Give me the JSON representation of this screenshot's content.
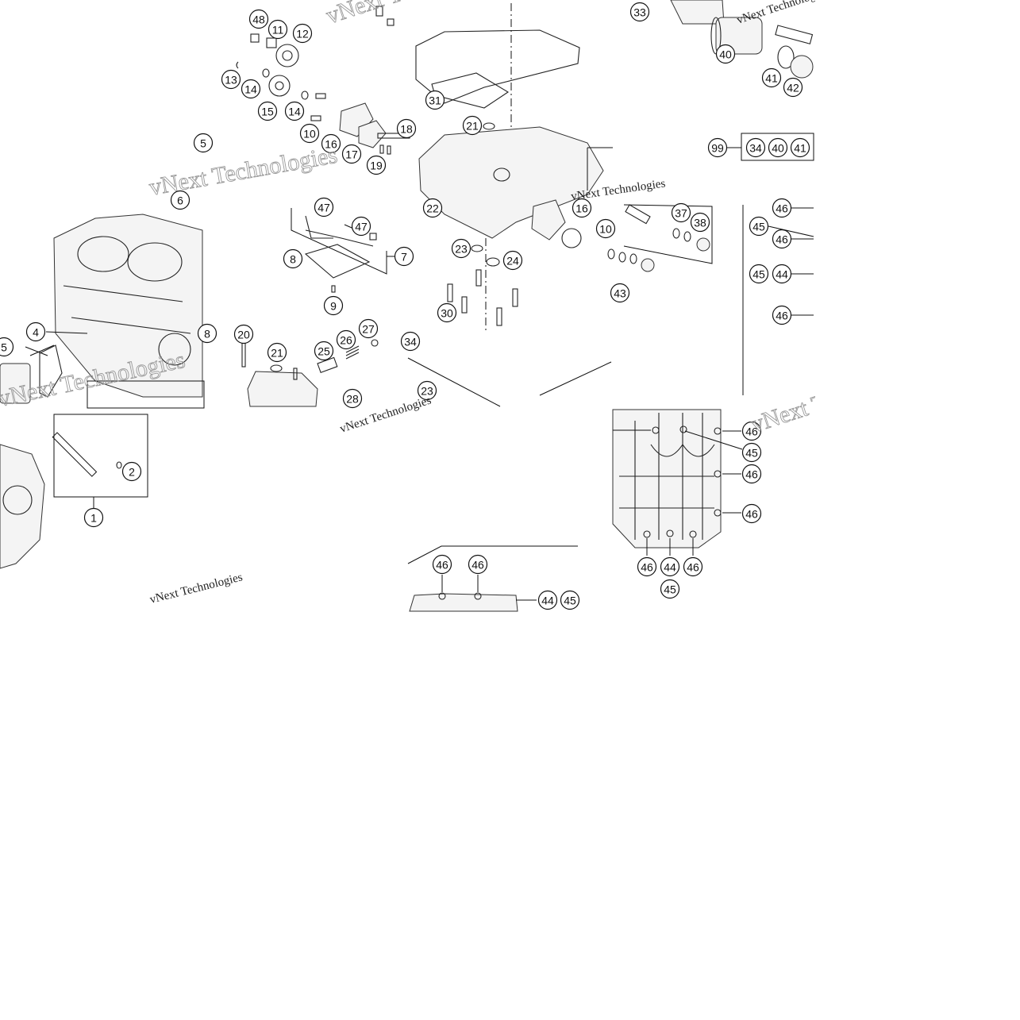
{
  "diagram": {
    "watermarks": [
      "vNext Technologies",
      "vNext Technologies",
      "vNext Technologies",
      "vNext Technologies",
      "vNext Technologies",
      "vNext Technologies",
      "vNext Technologies",
      "vNext Technologies"
    ],
    "callouts": [
      "48",
      "11",
      "12",
      "13",
      "14",
      "15",
      "14",
      "10",
      "16",
      "17",
      "19",
      "18",
      "31",
      "21",
      "33",
      "40",
      "41",
      "42",
      "99",
      "34",
      "40",
      "41",
      "5",
      "6",
      "47",
      "47",
      "8",
      "7",
      "9",
      "22",
      "16",
      "10",
      "23",
      "24",
      "30",
      "37",
      "38",
      "43",
      "46",
      "45",
      "46",
      "45",
      "44",
      "46",
      "4",
      "5",
      "8",
      "20",
      "21",
      "25",
      "26",
      "27",
      "28",
      "34",
      "23",
      "2",
      "1",
      "46",
      "45",
      "46",
      "46",
      "46",
      "44",
      "46",
      "45",
      "46",
      "46",
      "44",
      "45"
    ]
  }
}
